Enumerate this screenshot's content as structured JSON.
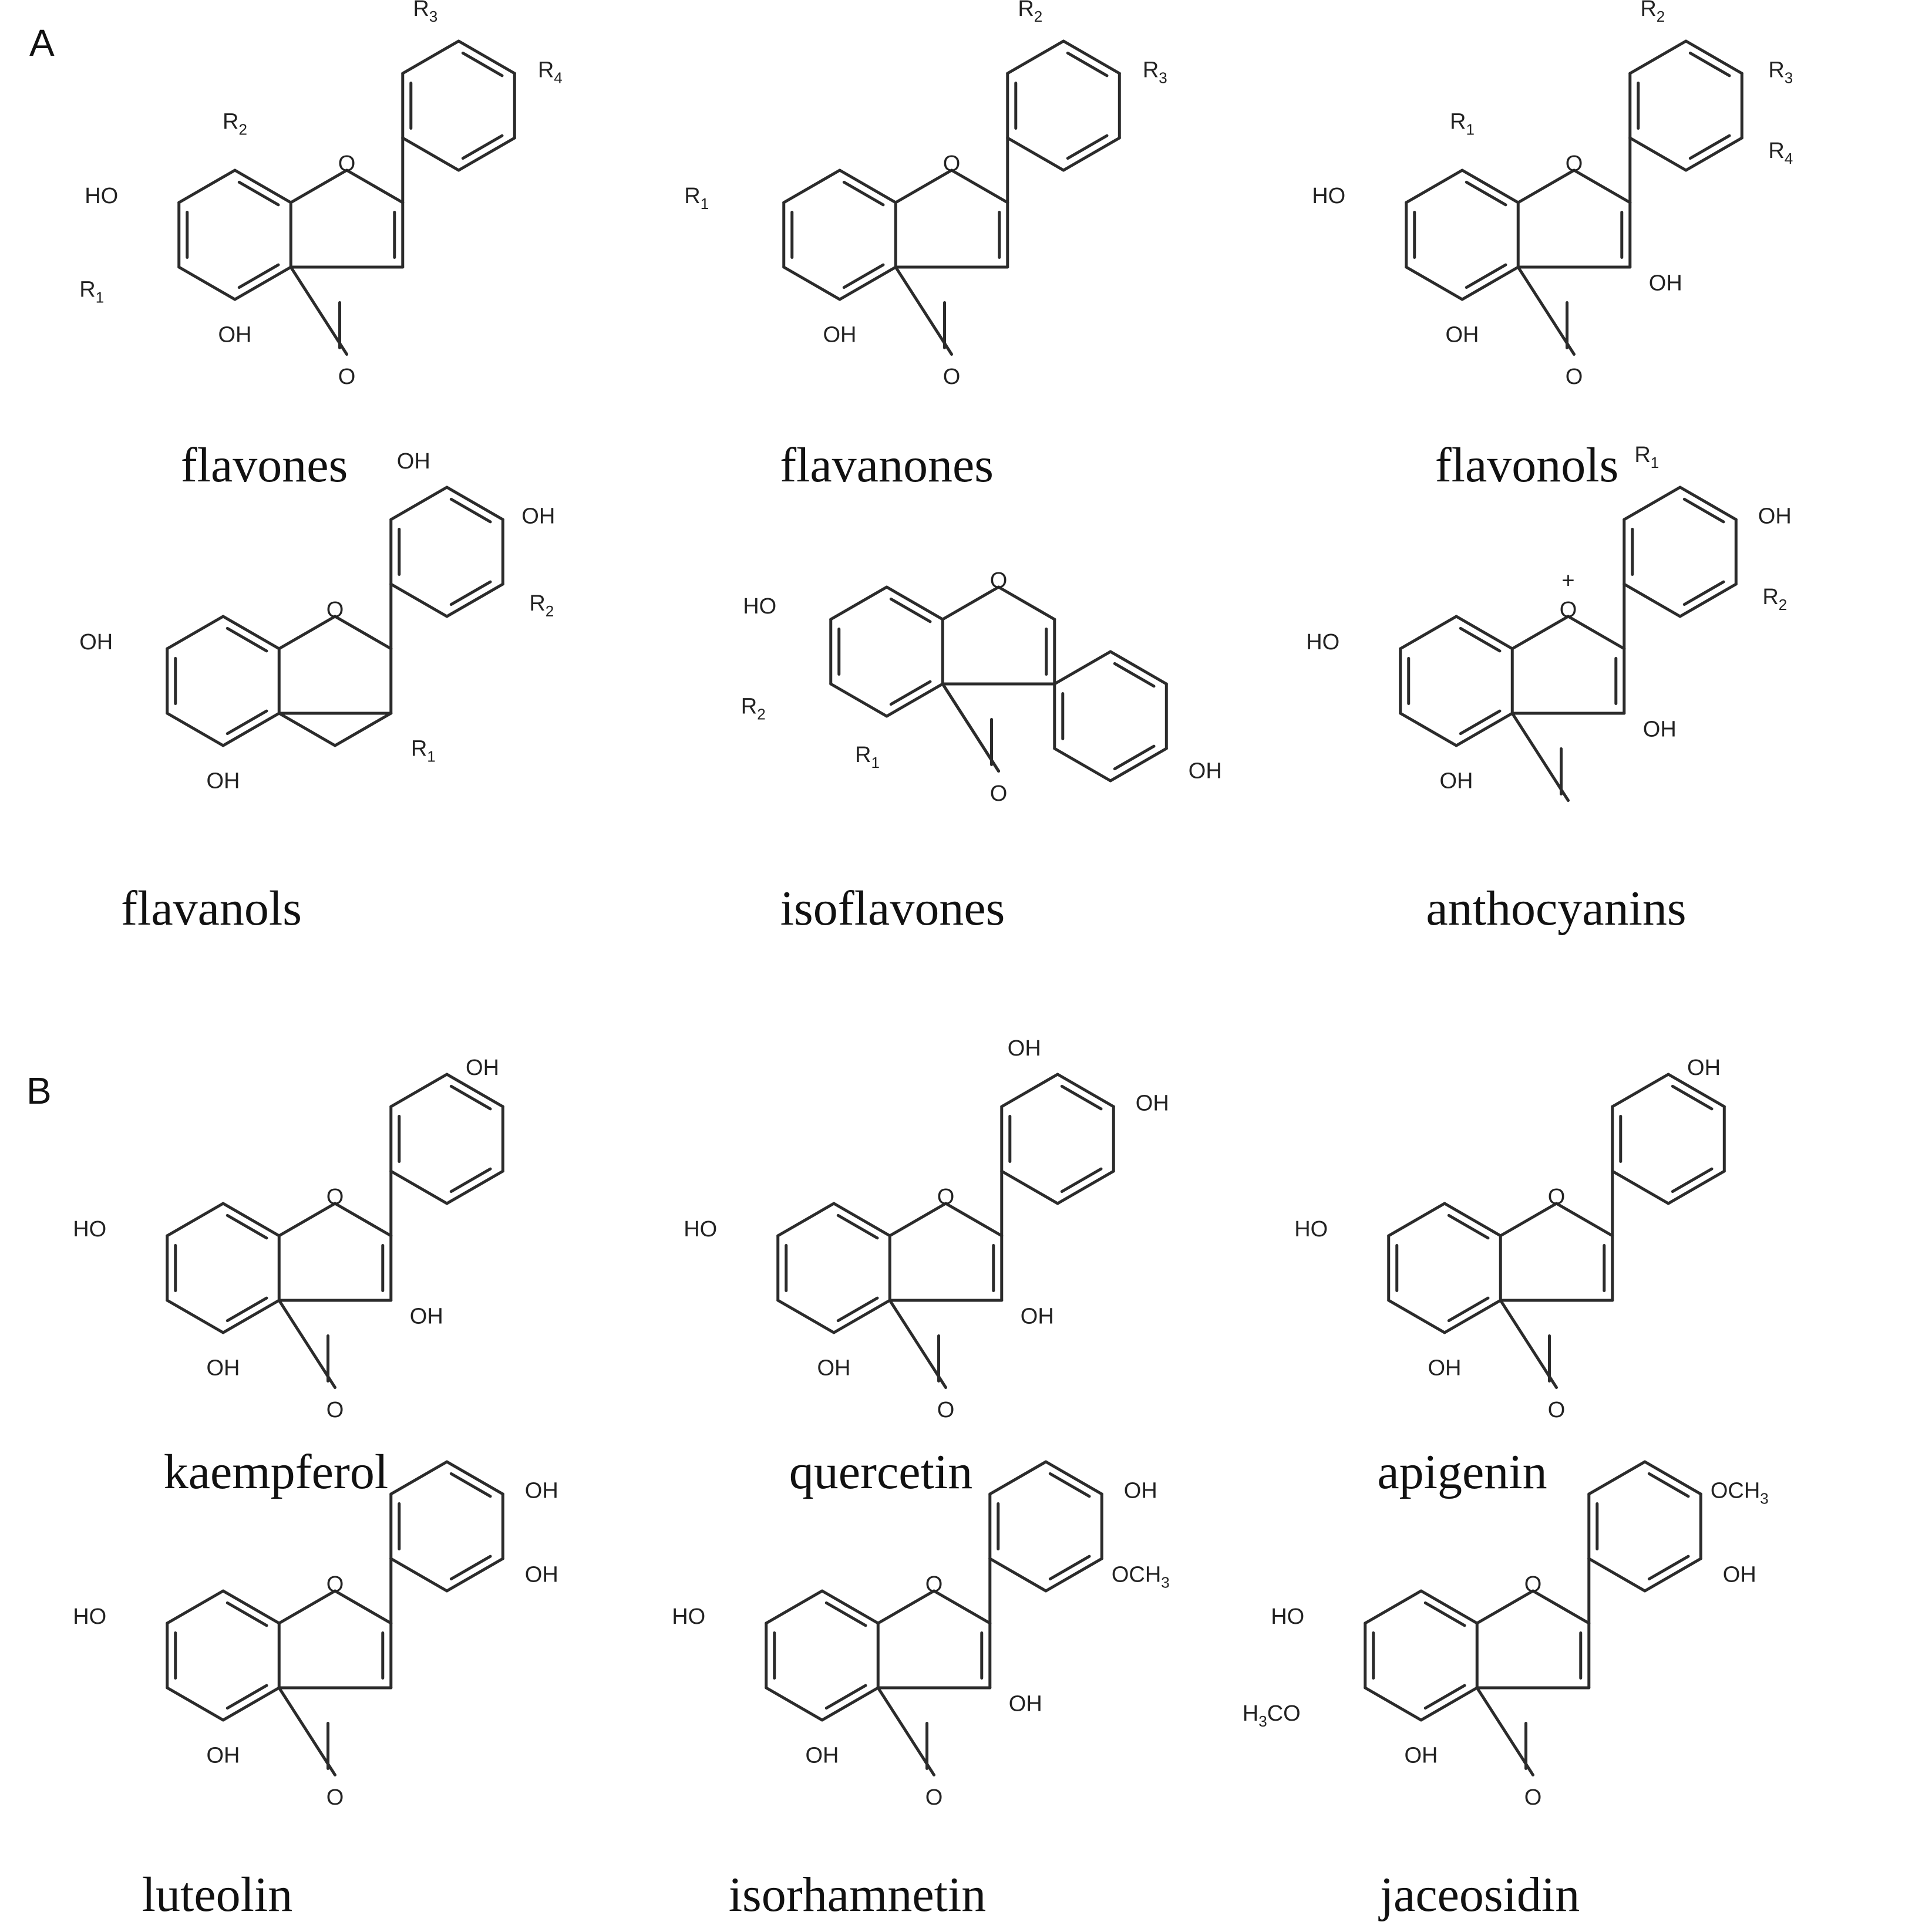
{
  "panels": {
    "A": {
      "label": "A",
      "molecules": [
        {
          "name": "flavones",
          "atoms": [
            {
              "t": "HO"
            },
            {
              "t": "O"
            },
            {
              "t": "O"
            },
            {
              "t": "OH"
            },
            {
              "t": "R",
              "s": "1"
            },
            {
              "t": "R",
              "s": "2"
            },
            {
              "t": "R",
              "s": "3"
            },
            {
              "t": "R",
              "s": "4"
            }
          ]
        },
        {
          "name": "flavanones",
          "atoms": [
            {
              "t": "R",
              "s": "1"
            },
            {
              "t": "O"
            },
            {
              "t": "O"
            },
            {
              "t": "OH"
            },
            {
              "t": "R",
              "s": "2"
            },
            {
              "t": "R",
              "s": "3"
            }
          ]
        },
        {
          "name": "flavonols",
          "atoms": [
            {
              "t": "HO"
            },
            {
              "t": "R",
              "s": "1"
            },
            {
              "t": "O"
            },
            {
              "t": "O"
            },
            {
              "t": "OH"
            },
            {
              "t": "OH"
            },
            {
              "t": "R",
              "s": "2"
            },
            {
              "t": "R",
              "s": "3"
            },
            {
              "t": "R",
              "s": "4"
            }
          ]
        },
        {
          "name": "flavanols",
          "atoms": [
            {
              "t": "OH"
            },
            {
              "t": "O"
            },
            {
              "t": "OH"
            },
            {
              "t": "R",
              "s": "1"
            },
            {
              "t": "OH"
            },
            {
              "t": "OH"
            },
            {
              "t": "R",
              "s": "2"
            }
          ]
        },
        {
          "name": "isoflavones",
          "atoms": [
            {
              "t": "HO"
            },
            {
              "t": "O"
            },
            {
              "t": "R",
              "s": "2"
            },
            {
              "t": "R",
              "s": "1"
            },
            {
              "t": "O"
            },
            {
              "t": "OH"
            }
          ]
        },
        {
          "name": "anthocyanins",
          "atoms": [
            {
              "t": "HO"
            },
            {
              "t": "O"
            },
            {
              "t": "+"
            },
            {
              "t": "OH"
            },
            {
              "t": "OH"
            },
            {
              "t": "R",
              "s": "1"
            },
            {
              "t": "OH"
            },
            {
              "t": "R",
              "s": "2"
            }
          ]
        }
      ]
    },
    "B": {
      "label": "B",
      "molecules": [
        {
          "name": "kaempferol",
          "atoms": [
            {
              "t": "HO"
            },
            {
              "t": "O"
            },
            {
              "t": "O"
            },
            {
              "t": "OH"
            },
            {
              "t": "OH"
            },
            {
              "t": "OH"
            }
          ]
        },
        {
          "name": "quercetin",
          "atoms": [
            {
              "t": "HO"
            },
            {
              "t": "O"
            },
            {
              "t": "O"
            },
            {
              "t": "OH"
            },
            {
              "t": "OH"
            },
            {
              "t": "OH"
            },
            {
              "t": "OH"
            }
          ]
        },
        {
          "name": "apigenin",
          "atoms": [
            {
              "t": "HO"
            },
            {
              "t": "O"
            },
            {
              "t": "O"
            },
            {
              "t": "OH"
            },
            {
              "t": "OH"
            }
          ]
        },
        {
          "name": "luteolin",
          "atoms": [
            {
              "t": "HO"
            },
            {
              "t": "O"
            },
            {
              "t": "O"
            },
            {
              "t": "OH"
            },
            {
              "t": "OH"
            },
            {
              "t": "OH"
            }
          ]
        },
        {
          "name": "isorhamnetin",
          "atoms": [
            {
              "t": "HO"
            },
            {
              "t": "O"
            },
            {
              "t": "O"
            },
            {
              "t": "OH"
            },
            {
              "t": "OH"
            },
            {
              "t": "OH"
            },
            {
              "t": "OCH",
              "s": "3"
            }
          ]
        },
        {
          "name": "jaceosidin",
          "atoms": [
            {
              "t": "HO"
            },
            {
              "t": "H",
              "s": "3",
              "t2": "CO"
            },
            {
              "t": "O"
            },
            {
              "t": "O"
            },
            {
              "t": "OH"
            },
            {
              "t": "OCH",
              "s": "3"
            },
            {
              "t": "OH"
            }
          ]
        }
      ]
    }
  }
}
